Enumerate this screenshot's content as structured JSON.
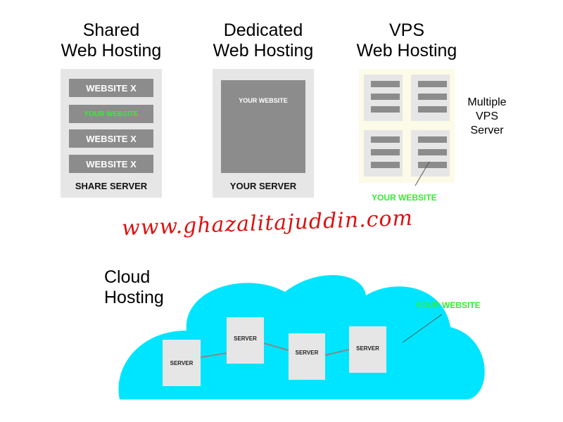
{
  "shared": {
    "title_line1": "Shared",
    "title_line2": "Web Hosting",
    "slots": [
      "WEBSITE X",
      "YOUR WEBSITE",
      "WEBSITE X",
      "WEBSITE X"
    ],
    "caption": "SHARE SERVER"
  },
  "dedicated": {
    "title_line1": "Dedicated",
    "title_line2": "Web Hosting",
    "inner_label": "YOUR WEBSITE",
    "caption": "YOUR SERVER"
  },
  "vps": {
    "title_line1": "VPS",
    "title_line2": "Web Hosting",
    "side_label_line1": "Multiple",
    "side_label_line2": "VPS",
    "side_label_line3": "Server",
    "callout": "YOUR WEBSITE"
  },
  "watermark": "www.ghazalitajuddin.com",
  "cloud": {
    "title_line1": "Cloud",
    "title_line2": "Hosting",
    "servers": [
      "SERVER",
      "SERVER",
      "SERVER",
      "SERVER"
    ],
    "callout": "YOUR WEBSITE"
  },
  "colors": {
    "green": "#33ee33",
    "cloud": "#00e5ff",
    "watermark_red": "#dd1111",
    "slot_gray": "#8c8c8c",
    "panel_gray": "#e6e6e6"
  }
}
